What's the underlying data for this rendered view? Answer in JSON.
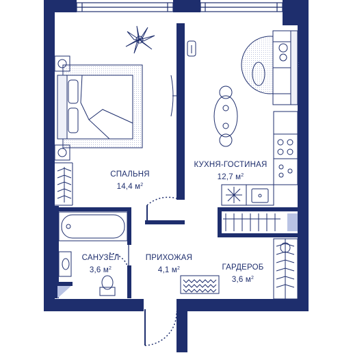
{
  "rooms": {
    "bedroom": {
      "name": "СПАЛЬНЯ",
      "area": "14,4 м",
      "unit_exp": "2"
    },
    "kitchen_living": {
      "name": "КУХНЯ-ГОСТИНАЯ",
      "area": "12,7 м",
      "unit_exp": "2"
    },
    "bathroom": {
      "name": "САНУЗЕЛ",
      "area": "3,6 м",
      "unit_exp": "2"
    },
    "hallway": {
      "name": "ПРИХОЖАЯ",
      "area": "4,1 м",
      "unit_exp": "2"
    },
    "wardrobe": {
      "name": "ГАРДЕРОБ",
      "area": "3,6 м",
      "unit_exp": "2"
    }
  },
  "colors": {
    "wall": "#1e2e6d",
    "furniture_fill": "#eef0f8",
    "glass": "#b9c3e4",
    "background": "#ffffff"
  }
}
